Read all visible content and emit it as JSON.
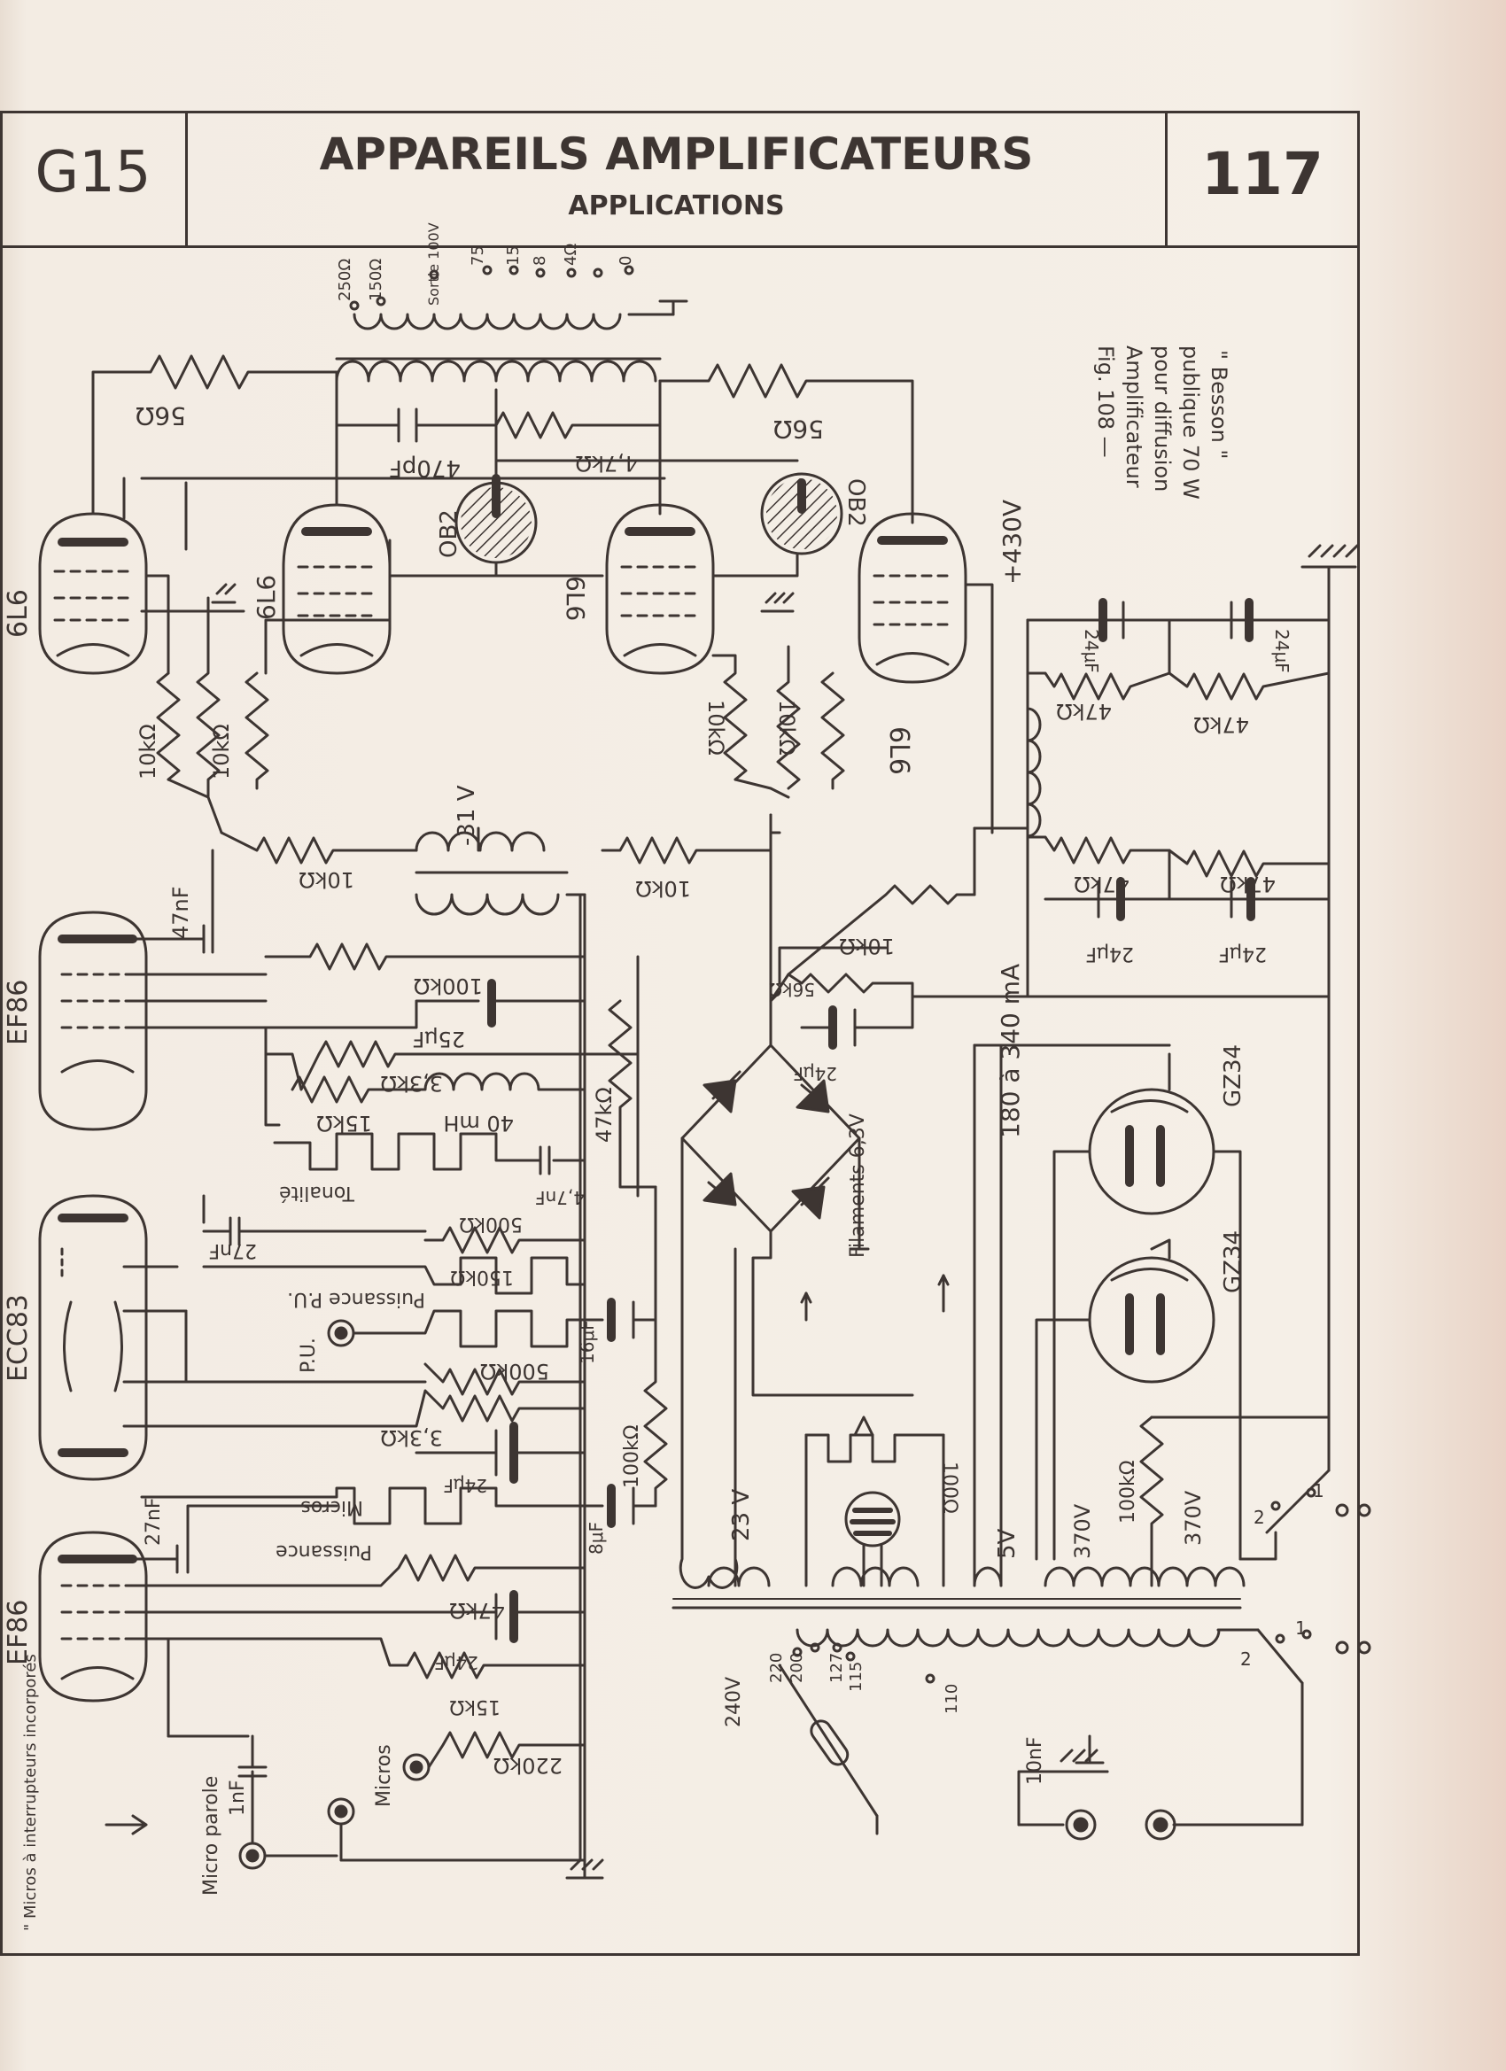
{
  "header": {
    "section_code": "G15",
    "title": "APPAREILS AMPLIFICATEURS",
    "subtitle": "APPLICATIONS",
    "page_number": "117"
  },
  "caption": {
    "line1": "Fig. 108 —",
    "line2": "Amplificateur",
    "line3": "pour diffusion",
    "line4": "publique 70 W",
    "line5": "\" Besson \""
  },
  "tubes": {
    "output_1": "6L6",
    "output_2": "6L6",
    "output_3": "6L6",
    "output_4": "6L6",
    "regulator_1": "OB2",
    "regulator_2": "OB2",
    "driver_1": "EF86",
    "preamp": "ECC83",
    "input_1": "EF86",
    "rectifier_1": "GZ34",
    "rectifier_2": "GZ34"
  },
  "output_taps": [
    "250Ω",
    "150Ω",
    "Sortie 100V",
    "75",
    "15",
    "8",
    "4Ω",
    "0"
  ],
  "components": {
    "r_56_left": "56Ω",
    "r_56_right": "56Ω",
    "c_470p": "470pF",
    "r_47k_top": "4,7kΩ",
    "r_10k_a": "10kΩ",
    "r_10k_b": "10kΩ",
    "r_10k_c": "10kΩ",
    "r_10k_d": "10kΩ",
    "r_10k_e": "10kΩ",
    "r_10k_f": "10kΩ",
    "r_10k_g": "10kΩ",
    "bias": "-31 V",
    "c_47n": "47nF",
    "r_100k_a": "100kΩ",
    "c_25u": "25μF",
    "r_33k_a": "3,3kΩ",
    "r_15k_a": "15kΩ",
    "l_40m": "40 mH",
    "tonalite": "Tonalité",
    "c_47n_b": "4,7nF",
    "r_500k_a": "500kΩ",
    "r_47k_mid": "47kΩ",
    "c_27n_a": "27nF",
    "r_150k": "150kΩ",
    "puissance_pu": "Puissance P.U.",
    "r_500k_b": "500kΩ",
    "pu": "P.U.",
    "c_16u": "16μF",
    "r_33k_b": "3,3kΩ",
    "c_24u_a": "24μF",
    "micros": "Micros",
    "puissance": "Puissance",
    "r_100k_b": "100kΩ",
    "c_8u": "8μF",
    "c_27n_b": "27nF",
    "r_47k_low": "47kΩ",
    "c_24u_b": "24μF",
    "r_15k_b": "15kΩ",
    "r_220k": "220kΩ",
    "micros_b": "Micros",
    "c_1n": "1nF",
    "micro_parole": "Micro parole",
    "micros_note": "\" Micros à interrupteurs incorporés",
    "hv": "+430V",
    "r_56k": "56kΩ",
    "c_24u_c": "24μF",
    "current": "180 à 340 mA",
    "c_24u_d": "24μF",
    "c_24u_e": "24μF",
    "r_47k_f1": "47kΩ",
    "r_47k_f2": "47kΩ",
    "r_47k_f3": "47kΩ",
    "r_47k_f4": "47kΩ",
    "c_24u_f": "24μF",
    "c_24u_g": "24μF",
    "filaments": "Filaments 6,3V",
    "r_100": "100Ω",
    "v23": "23 V",
    "v5": "5V",
    "v370a": "370V",
    "r_100k_c": "100kΩ",
    "v370b": "370V",
    "c_10n": "10nF",
    "mains_240": "240V",
    "mains_220": "220",
    "mains_200": "200",
    "mains_127": "127",
    "mains_115": "115",
    "mains_110": "110",
    "sw_1": "1",
    "sw_2": "2",
    "sw_3": "1",
    "sw_4": "2"
  },
  "colors": {
    "ink": "#3d3532",
    "paper": "#f3ece3"
  }
}
